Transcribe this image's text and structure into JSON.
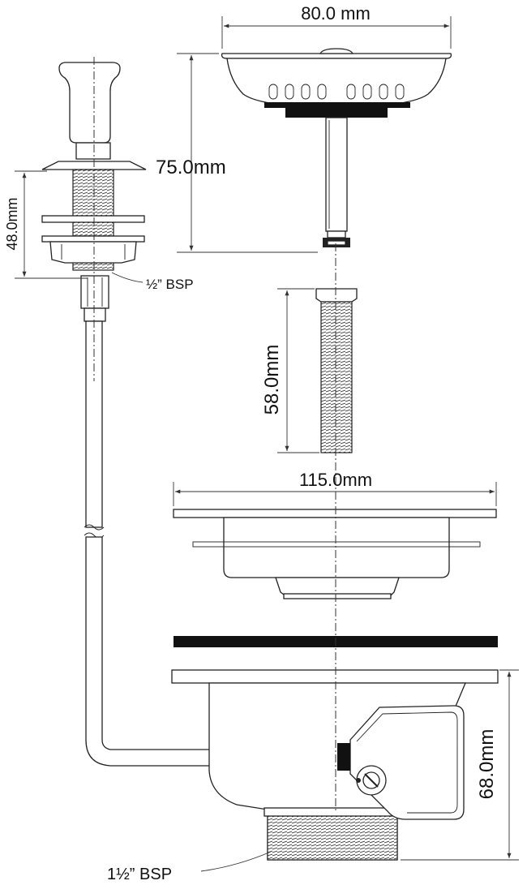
{
  "dimensions": {
    "basket_width": "80.0 mm",
    "basket_height": "75.0mm",
    "button_height": "48.0mm",
    "button_thread": "½” BSP",
    "spindle_length": "58.0mm",
    "flange_width": "115.0mm",
    "body_height": "68.0mm",
    "outlet_thread": "1½” BSP"
  },
  "colors": {
    "line": "#222222",
    "gasket": "#111111"
  }
}
